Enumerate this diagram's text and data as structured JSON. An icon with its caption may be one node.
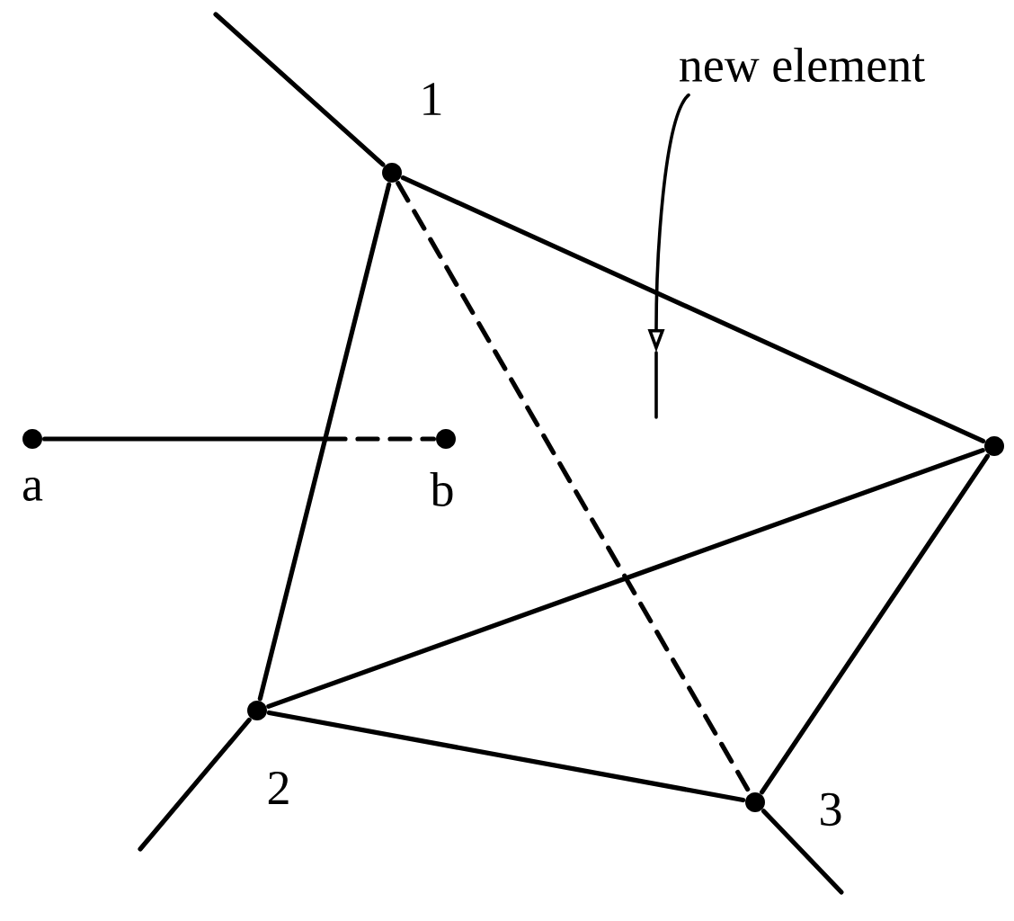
{
  "diagram": {
    "nodes": [
      {
        "text": [
          "new element"
        ]
      },
      {
        "text": [],
        "shape": "circle",
        "beside": [
          "1"
        ]
      },
      {
        "text": [],
        "shape": "circle",
        "beside": [
          "a"
        ]
      },
      {
        "text": [],
        "shape": "circle",
        "beside": [
          "b"
        ]
      },
      {
        "text": [],
        "shape": "circle"
      },
      {
        "text": [],
        "shape": "circle",
        "beside": [
          "2"
        ]
      },
      {
        "text": [],
        "shape": "circle",
        "beside": [
          "3"
        ]
      }
    ],
    "edges": [
      {
        "from": 1,
        "to": null,
        "arrow": "none"
      },
      {
        "from": 1,
        "to": 4,
        "arrow": "none"
      },
      {
        "from": 1,
        "to": 5,
        "arrow": "none"
      },
      {
        "from": 1,
        "to": 6,
        "arrow": "none",
        "style": "dashed"
      },
      {
        "from": 2,
        "to": 3,
        "arrow": "none"
      },
      {
        "from": 5,
        "to": 4,
        "arrow": "none"
      },
      {
        "from": 5,
        "to": 6,
        "arrow": "none"
      },
      {
        "from": 6,
        "to": 4,
        "arrow": "none"
      },
      {
        "from": 5,
        "to": null,
        "arrow": "none"
      },
      {
        "from": 6,
        "to": null,
        "arrow": "none"
      },
      {
        "from": 0,
        "to": null,
        "arrow": "to"
      }
    ]
  }
}
